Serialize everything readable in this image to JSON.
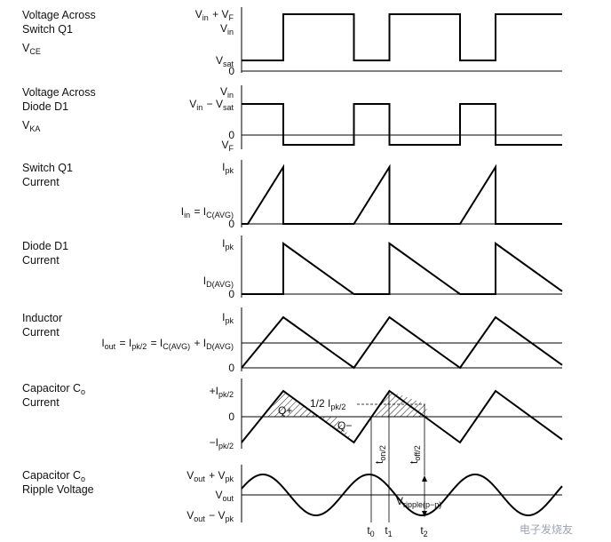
{
  "rows": [
    {
      "key": "vce",
      "title": [
        "Voltage Across",
        "Switch Q1"
      ],
      "symbol": {
        "base": "V",
        "sub": "CE"
      },
      "levels": [
        {
          "parts": [
            [
              "V",
              "in"
            ],
            [
              " + V",
              "F"
            ]
          ]
        },
        {
          "parts": [
            [
              "V",
              "in"
            ]
          ]
        },
        {
          "parts": [
            [
              "V",
              "sat"
            ]
          ]
        },
        {
          "parts": [
            [
              "0",
              ""
            ]
          ]
        }
      ]
    },
    {
      "key": "vka",
      "title": [
        "Voltage Across",
        "Diode D1"
      ],
      "symbol": {
        "base": "V",
        "sub": "KA"
      },
      "levels": [
        {
          "parts": [
            [
              "V",
              "in"
            ]
          ]
        },
        {
          "parts": [
            [
              "V",
              "in"
            ],
            [
              " − V",
              "sat"
            ]
          ]
        },
        {
          "parts": [
            [
              "0",
              ""
            ]
          ]
        },
        {
          "parts": [
            [
              "V",
              "F"
            ]
          ]
        }
      ]
    },
    {
      "key": "iq1",
      "title": [
        "Switch Q1",
        "Current"
      ],
      "symbol": null,
      "levels": [
        {
          "parts": [
            [
              "I",
              "pk"
            ]
          ]
        },
        {
          "parts": [
            [
              "I",
              "in"
            ],
            [
              " = I",
              "C(AVG)"
            ]
          ]
        },
        {
          "parts": [
            [
              "0",
              ""
            ]
          ]
        }
      ]
    },
    {
      "key": "id1",
      "title": [
        "Diode D1",
        "Current"
      ],
      "symbol": null,
      "levels": [
        {
          "parts": [
            [
              "I",
              "pk"
            ]
          ]
        },
        {
          "parts": [
            [
              "I",
              "D(AVG)"
            ]
          ]
        },
        {
          "parts": [
            [
              "0",
              ""
            ]
          ]
        }
      ]
    },
    {
      "key": "ind",
      "title": [
        "Inductor",
        "Current"
      ],
      "symbol": null,
      "levels": [
        {
          "parts": [
            [
              "I",
              "pk"
            ]
          ]
        },
        {
          "parts": [
            [
              "I",
              "out"
            ],
            [
              " = I",
              "pk/2"
            ],
            [
              " = I",
              "C(AVG)"
            ],
            [
              " + I",
              "D(AVG)"
            ]
          ]
        },
        {
          "parts": [
            [
              "0",
              ""
            ]
          ]
        }
      ]
    },
    {
      "key": "icap",
      "title": [
        "Capacitor C",
        "Current"
      ],
      "title_sub": "o",
      "symbol": null,
      "levels": [
        {
          "parts": [
            [
              "+I",
              "pk/2"
            ]
          ]
        },
        {
          "parts": [
            [
              "0",
              ""
            ]
          ]
        },
        {
          "parts": [
            [
              "−I",
              "pk/2"
            ]
          ]
        }
      ]
    },
    {
      "key": "vrip",
      "title": [
        "Capacitor C",
        "Ripple Voltage"
      ],
      "title_sub": "o",
      "symbol": null,
      "levels": [
        {
          "parts": [
            [
              "V",
              "out"
            ],
            [
              " + V",
              "pk"
            ]
          ]
        },
        {
          "parts": [
            [
              "V",
              "out"
            ]
          ]
        },
        {
          "parts": [
            [
              "V",
              "out"
            ],
            [
              " − V",
              "pk"
            ]
          ]
        }
      ]
    }
  ],
  "annotations": {
    "q_plus": "Q+",
    "q_minus": "Q−",
    "half_ipk": {
      "parts": [
        [
          "1/2 I",
          "pk/2"
        ]
      ]
    },
    "t_on2": {
      "parts": [
        [
          "t",
          "on/2"
        ]
      ]
    },
    "t_off2": {
      "parts": [
        [
          "t",
          "off/2"
        ]
      ]
    },
    "v_ripple": {
      "parts": [
        [
          "V",
          "ripple(p−p)"
        ]
      ]
    },
    "t0": {
      "parts": [
        [
          "t",
          "0"
        ]
      ]
    },
    "t1": {
      "parts": [
        [
          "t",
          "1"
        ]
      ]
    },
    "t2": {
      "parts": [
        [
          "t",
          "2"
        ]
      ]
    }
  },
  "watermark": "电子发烧友"
}
